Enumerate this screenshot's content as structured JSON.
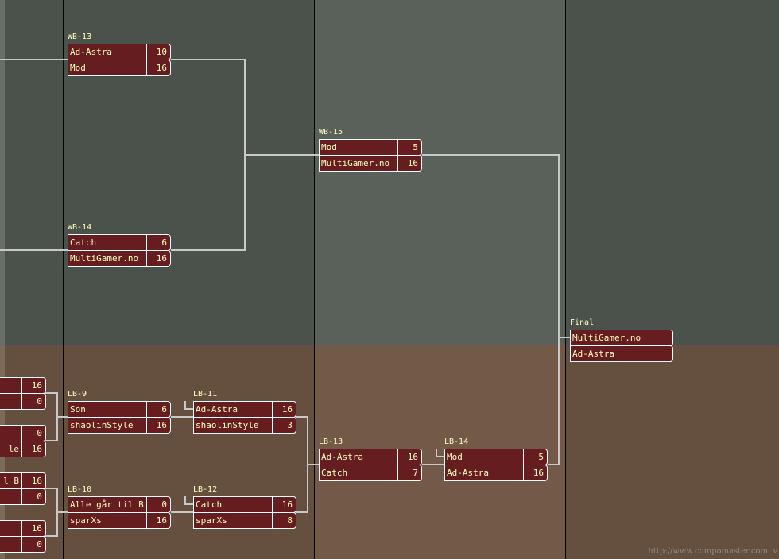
{
  "colors": {
    "wb_bg": "#4b524c",
    "wb_bg_alt": "#5a605a",
    "lb_bg": "#655040",
    "lb_bg_alt": "#735a48",
    "match_bg": "#661d1f",
    "text": "#ffffc0"
  },
  "matches": [
    {
      "id": "WB-13",
      "teams": [
        {
          "name": "Ad-Astra",
          "score": "10"
        },
        {
          "name": "Mod",
          "score": "16"
        }
      ]
    },
    {
      "id": "WB-14",
      "teams": [
        {
          "name": "Catch",
          "score": "6"
        },
        {
          "name": "MultiGamer.no",
          "score": "16"
        }
      ]
    },
    {
      "id": "WB-15",
      "teams": [
        {
          "name": "Mod",
          "score": "5"
        },
        {
          "name": "MultiGamer.no",
          "score": "16"
        }
      ]
    },
    {
      "id": "Final",
      "teams": [
        {
          "name": "MultiGamer.no",
          "score": ""
        },
        {
          "name": "Ad-Astra",
          "score": ""
        }
      ]
    },
    {
      "id": "LB-9",
      "teams": [
        {
          "name": "Son",
          "score": "6"
        },
        {
          "name": "shaolinStyle",
          "score": "16"
        }
      ]
    },
    {
      "id": "LB-10",
      "teams": [
        {
          "name": "Alle går til B",
          "score": "0"
        },
        {
          "name": "sparXs",
          "score": "16"
        }
      ]
    },
    {
      "id": "LB-11",
      "teams": [
        {
          "name": "Ad-Astra",
          "score": "16"
        },
        {
          "name": "shaolinStyle",
          "score": "3"
        }
      ]
    },
    {
      "id": "LB-12",
      "teams": [
        {
          "name": "Catch",
          "score": "16"
        },
        {
          "name": "sparXs",
          "score": "8"
        }
      ]
    },
    {
      "id": "LB-13",
      "teams": [
        {
          "name": "Ad-Astra",
          "score": "16"
        },
        {
          "name": "Catch",
          "score": "7"
        }
      ]
    },
    {
      "id": "LB-14",
      "teams": [
        {
          "name": "Mod",
          "score": "5"
        },
        {
          "name": "Ad-Astra",
          "score": "16"
        }
      ]
    }
  ],
  "partial_matches": [
    {
      "teams": [
        {
          "name": "",
          "score": "16"
        },
        {
          "name": "",
          "score": "0"
        }
      ]
    },
    {
      "teams": [
        {
          "name": "",
          "score": "0"
        },
        {
          "name": "le",
          "score": "16"
        }
      ]
    },
    {
      "teams": [
        {
          "name": "l B",
          "score": "16"
        },
        {
          "name": "",
          "score": "0"
        }
      ]
    },
    {
      "teams": [
        {
          "name": "",
          "score": "16"
        },
        {
          "name": "",
          "score": "0"
        }
      ]
    }
  ],
  "watermark": "http://www.compomaster.com. v"
}
